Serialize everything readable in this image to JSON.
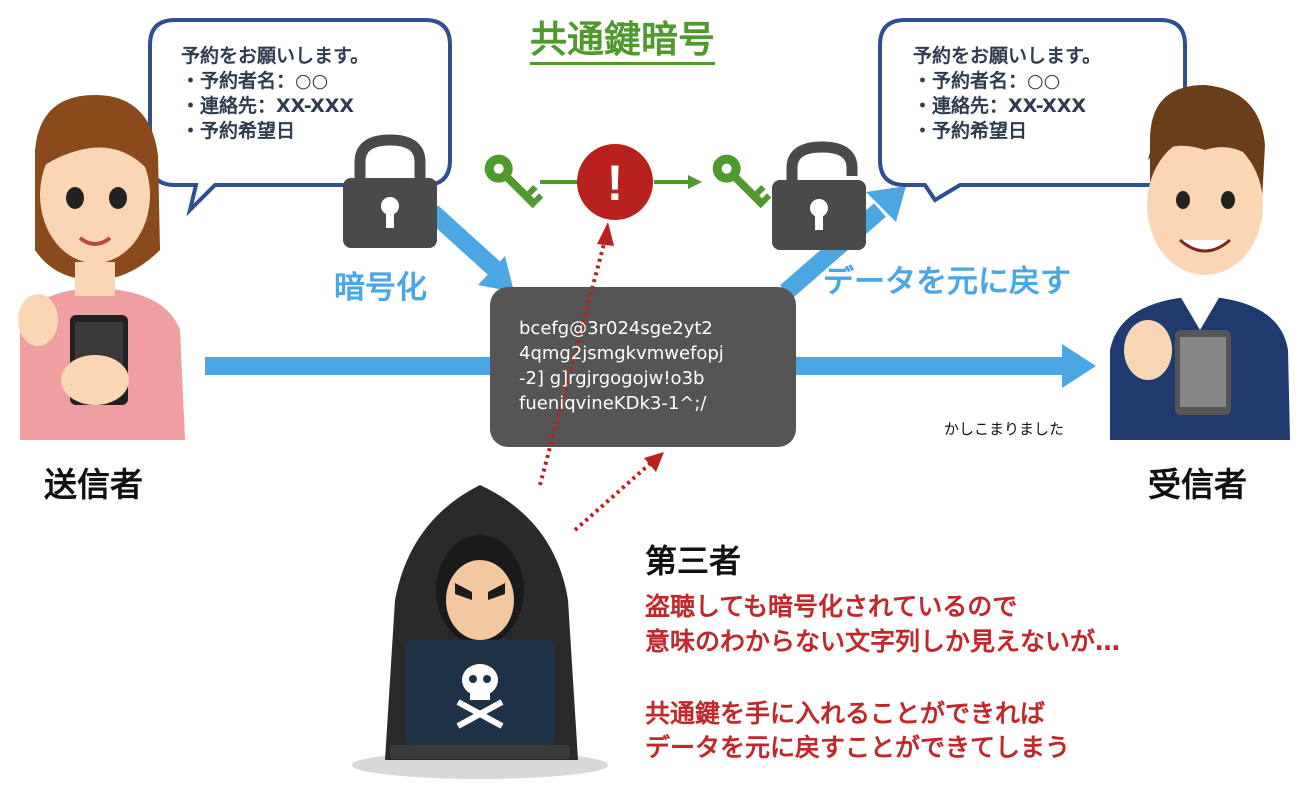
{
  "title": "共通鍵暗号",
  "sender": {
    "label": "送信者",
    "bubble": [
      "予約をお願いします。",
      "・予約者名：○○",
      "・連絡先：XX-XXX",
      "・予約希望日"
    ]
  },
  "receiver": {
    "label": "受信者",
    "bubble": [
      "予約をお願いします。",
      "・予約者名：○○",
      "・連絡先：XX-XXX",
      "・予約希望日"
    ],
    "reply": "かしこまりました"
  },
  "encrypt_label": "暗号化",
  "decrypt_label": "データを元に戻す",
  "ciphertext": [
    "bcefg@3r024sge2yt2",
    "4qmg2jsmgkvmwefopj",
    "-2] g]rgjrgogojw!o3b",
    "fueniqvineKDk3-1^;/"
  ],
  "third_party": {
    "label": "第三者",
    "note": [
      "盗聴しても暗号化されているので",
      "意味のわからない文字列しか見えないが…",
      "",
      "共通鍵を手に入れることができれば",
      "データを元に戻すことができてしまう"
    ]
  },
  "warning_symbol": "!",
  "icons": [
    "padlock-closed-icon",
    "padlock-open-icon",
    "key-icon",
    "warning-icon",
    "skull-icon"
  ],
  "colors": {
    "title": "#4f9a2f",
    "arrow": "#4aa7e4",
    "key": "#4f9a2f",
    "warning": "#b8211d",
    "note": "#c0282c",
    "bubble_border": "#2f4f8f",
    "cipher_box": "#555555"
  }
}
